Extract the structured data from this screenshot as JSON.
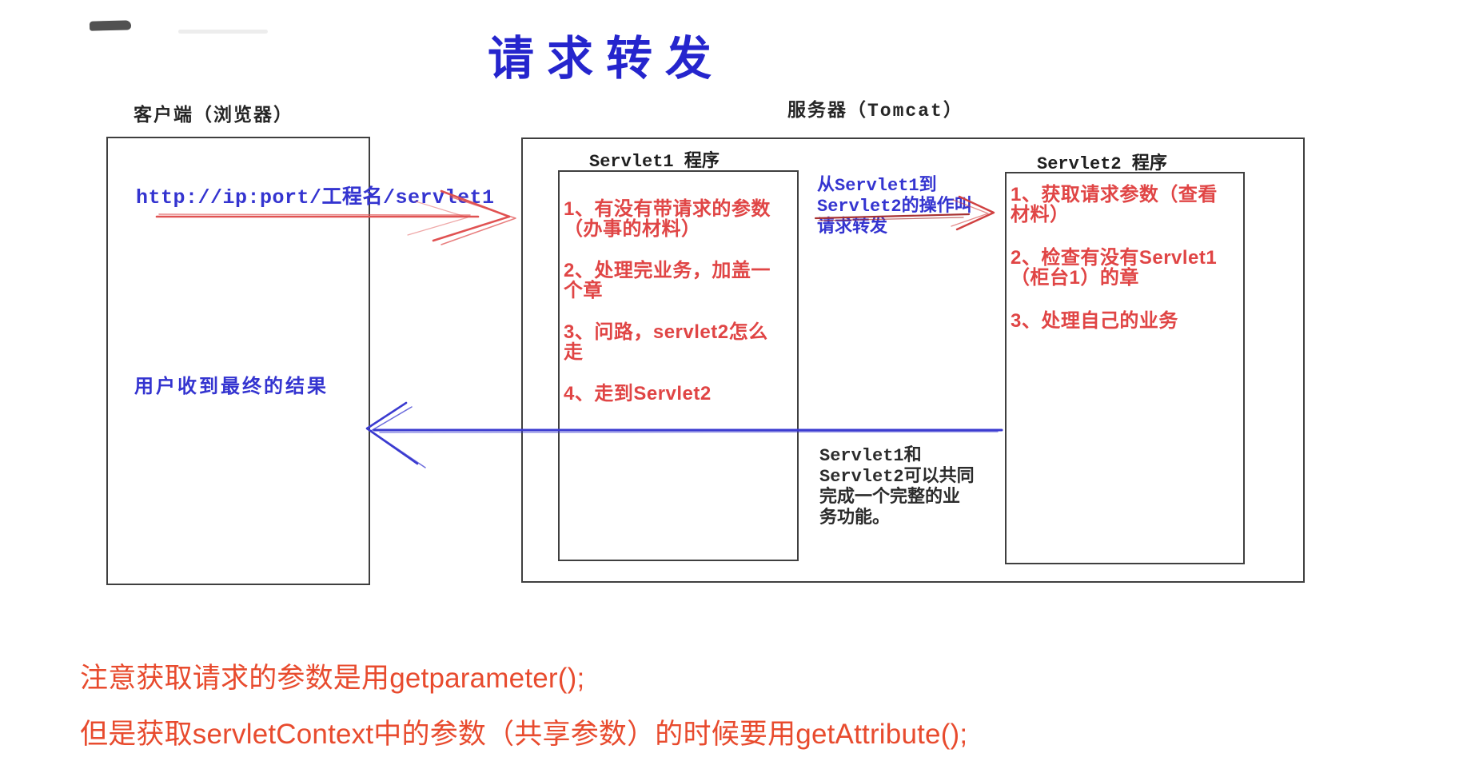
{
  "title": "请求转发",
  "client": {
    "label": "客户端（浏览器）",
    "request_url": "http://ip:port/工程名/servlet1",
    "result_text": "用户收到最终的结果"
  },
  "server": {
    "label": "服务器（Tomcat）",
    "servlet1": {
      "label": "Servlet1 程序",
      "items": [
        "1、有没有带请求的参数\n（办事的材料）",
        "2、处理完业务，加盖一\n个章",
        "3、问路，servlet2怎么\n走",
        "4、走到Servlet2"
      ]
    },
    "servlet2": {
      "label": "Servlet2 程序",
      "items": [
        "1、获取请求参数（查看\n材料）",
        "2、检查有没有Servlet1\n（柜台1）的章",
        "3、处理自己的业务"
      ]
    },
    "forward_note": "从Servlet1到\nServlet2的操作叫\n请求转发",
    "cooperation_note": "Servlet1和\nServlet2可以共同\n完成一个完整的业\n务功能。"
  },
  "footer_notes": [
    "注意获取请求的参数是用getparameter();",
    "但是获取servletContext中的参数（共享参数）的时候要用getAttribute();"
  ],
  "arrows": {
    "request": {
      "direction": "right",
      "color": "#e05252"
    },
    "forward": {
      "direction": "right",
      "color": "#c23b3b"
    },
    "response": {
      "direction": "left",
      "color": "#3b3bd0"
    }
  },
  "colors": {
    "title_blue": "#2525cd",
    "text_blue": "#3434d0",
    "diagram_red": "#e04545",
    "note_red": "#e84b2e",
    "box_border": "#3f3f3f",
    "text_black": "#2b2b2b"
  }
}
